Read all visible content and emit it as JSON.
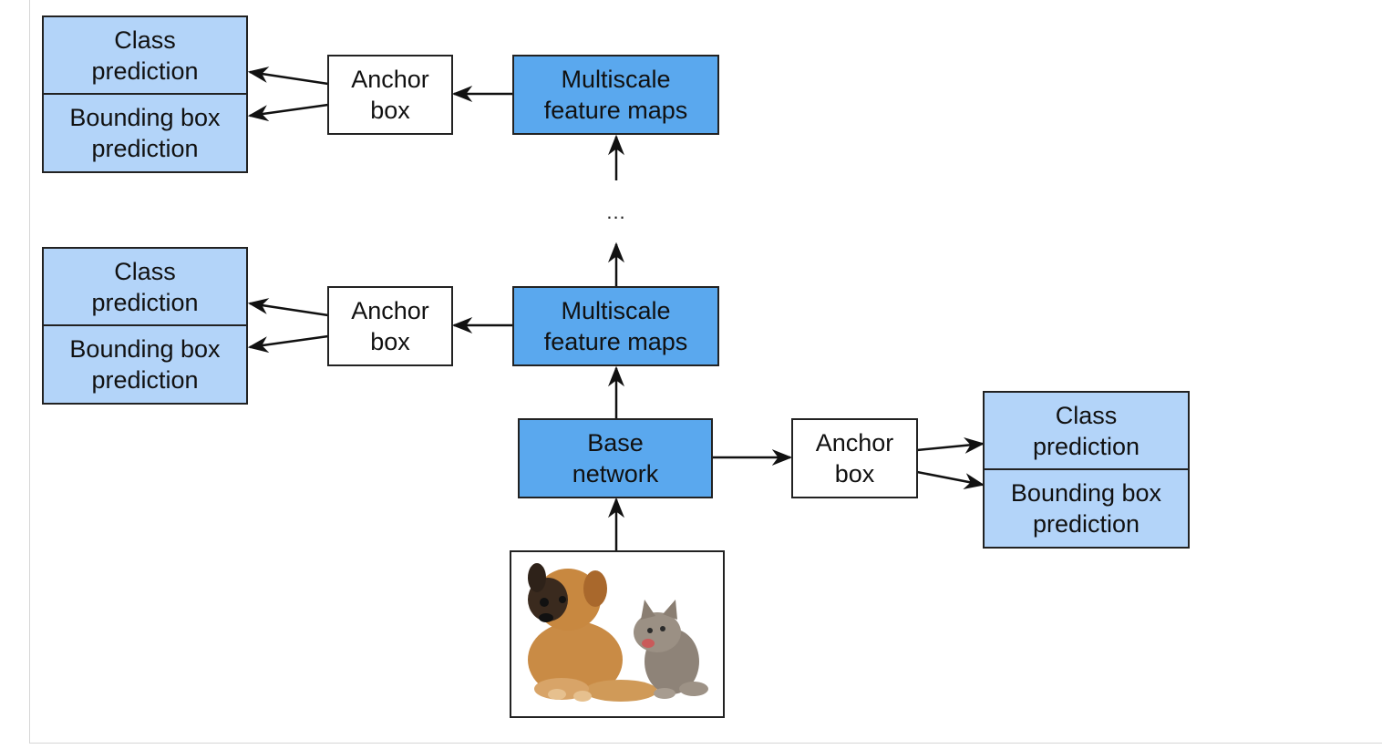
{
  "colors": {
    "prediction_fill": "#b3d4f9",
    "network_fill": "#5aa8ee",
    "anchor_fill": "#ffffff",
    "stroke": "#222222"
  },
  "labels": {
    "class_prediction": "Class\nprediction",
    "bbox_prediction": "Bounding box\nprediction",
    "anchor_box": "Anchor\nbox",
    "multiscale": "Multiscale\nfeature maps",
    "base_network": "Base\nnetwork",
    "ellipsis": "..."
  },
  "image": {
    "subjects": [
      "puppy",
      "kitten"
    ]
  }
}
